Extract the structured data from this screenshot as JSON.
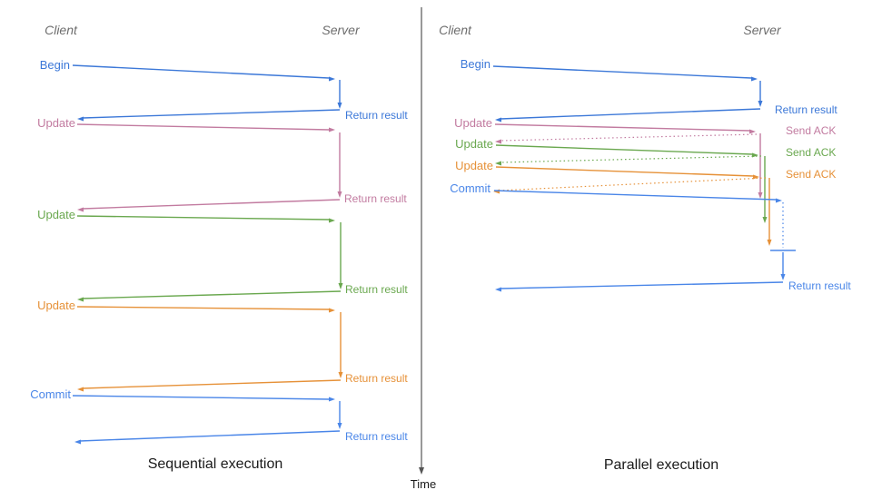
{
  "left": {
    "client_header": "Client",
    "server_header": "Server",
    "caption": "Sequential execution",
    "messages": [
      {
        "request": "Begin",
        "response": "Return result",
        "color": "#3c78d8"
      },
      {
        "request": "Update",
        "response": "Return result",
        "color": "#c27ba0"
      },
      {
        "request": "Update",
        "response": "Return result",
        "color": "#6aa84f"
      },
      {
        "request": "Update",
        "response": "Return result",
        "color": "#e69138"
      },
      {
        "request": "Commit",
        "response": "Return result",
        "color": "#4a86e8"
      }
    ]
  },
  "right": {
    "client_header": "Client",
    "server_header": "Server",
    "caption": "Parallel execution",
    "messages": [
      {
        "request": "Begin",
        "response": "Return result",
        "color": "#3c78d8"
      },
      {
        "request": "Update",
        "response": "Send ACK",
        "color": "#c27ba0"
      },
      {
        "request": "Update",
        "response": "Send ACK",
        "color": "#6aa84f"
      },
      {
        "request": "Update",
        "response": "Send ACK",
        "color": "#e69138"
      },
      {
        "request": "Commit",
        "response": "Return result",
        "color": "#4a86e8"
      }
    ]
  },
  "time_axis": {
    "label": "Time",
    "color": "#555555"
  }
}
